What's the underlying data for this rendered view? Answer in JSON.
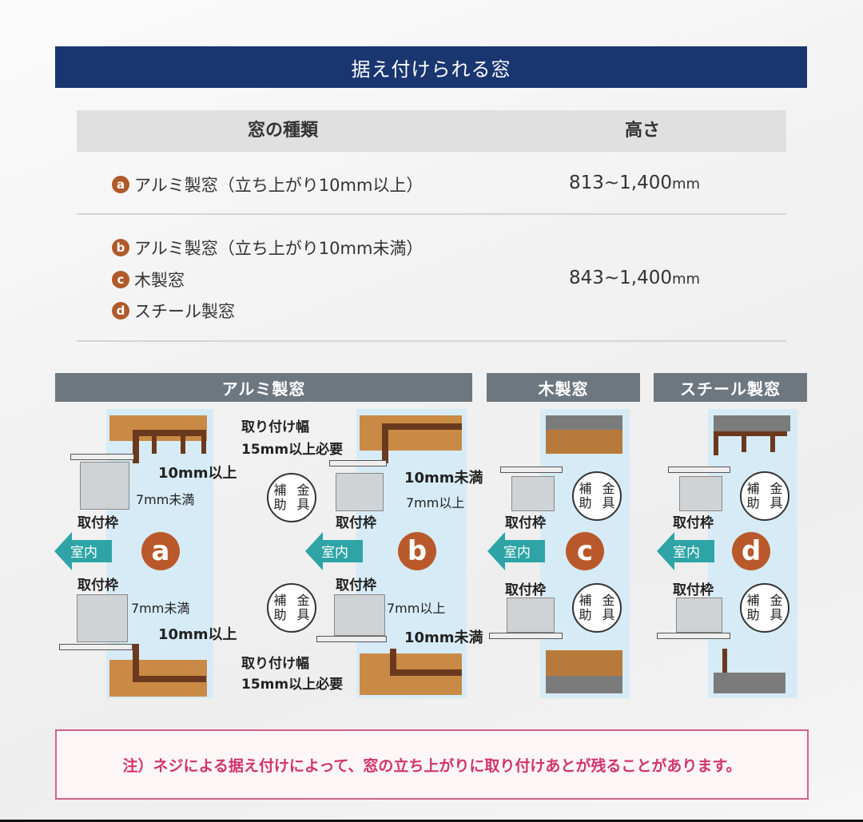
{
  "title": "据え付けられる窓",
  "table": {
    "headers": {
      "type": "窓の種類",
      "height": "高さ"
    },
    "rows": [
      {
        "items": [
          {
            "badge": "a",
            "label": "アルミ製窓（立ち上がり10mm以上）"
          }
        ],
        "height_value": "813~1,400",
        "height_unit": "mm"
      },
      {
        "items": [
          {
            "badge": "b",
            "label": "アルミ製窓（立ち上がり10mm未満）"
          },
          {
            "badge": "c",
            "label": "木製窓"
          },
          {
            "badge": "d",
            "label": "スチール製窓"
          }
        ],
        "height_value": "843~1,400",
        "height_unit": "mm"
      }
    ]
  },
  "diagrams": {
    "sections": [
      "アルミ製窓",
      "木製窓",
      "スチール製窓"
    ],
    "common": {
      "frame_label": "取付枠",
      "indoor_label": "室内",
      "bracket_label_1": "補助",
      "bracket_label_2": "金具"
    },
    "a": {
      "badge": "a",
      "top_dim": "10mm以上",
      "top_gap": "7mm未満",
      "bottom_gap": "7mm未満",
      "bottom_dim": "10mm以上"
    },
    "b": {
      "badge": "b",
      "width_label_1": "取り付け幅",
      "width_label_2": "15mm以上必要",
      "top_dim": "10mm未満",
      "top_gap": "7mm以上",
      "bottom_gap": "7mm以上",
      "bottom_dim": "10mm未満"
    },
    "c": {
      "badge": "c"
    },
    "d": {
      "badge": "d"
    }
  },
  "note": "注）ネジによる据え付けによって、窓の立ち上がりに取り付けあとが残ることがあります。",
  "colors": {
    "title_bar": "#1a3670",
    "section_bar": "#6c7780",
    "badge": "#b9582a",
    "indoor_arrow": "#2ea4a6",
    "note_text": "#d1346d",
    "panel": "#d6ebf6"
  }
}
